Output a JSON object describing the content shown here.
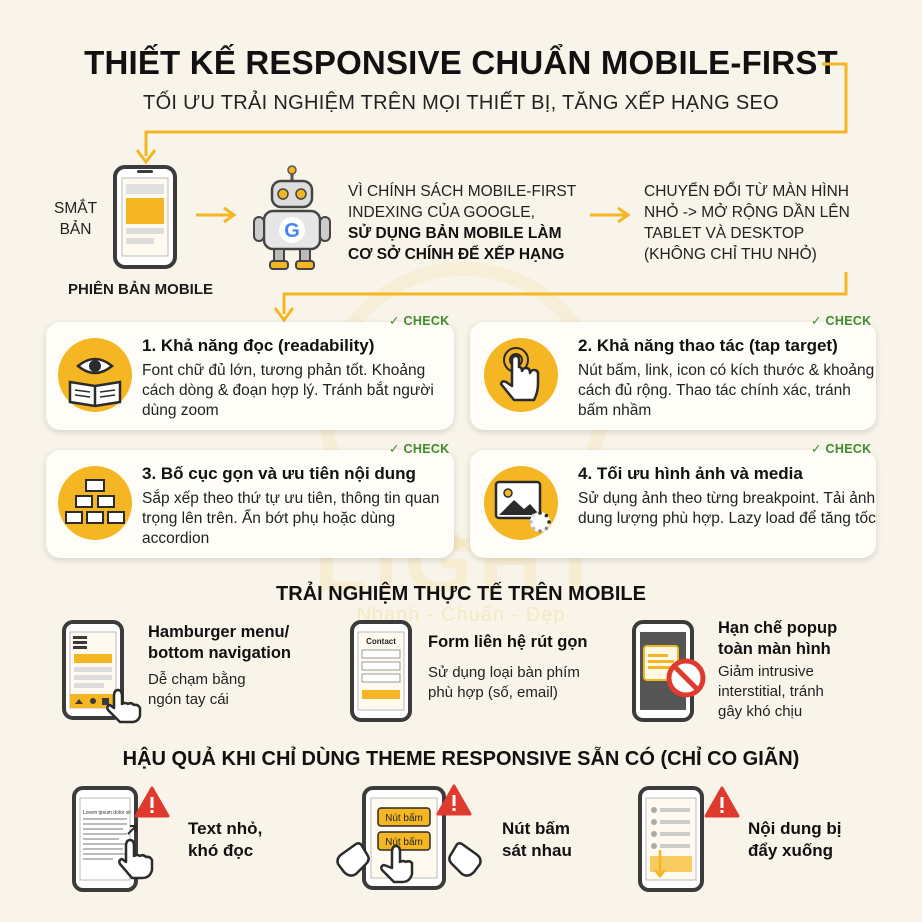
{
  "header": {
    "title": "THIẾT KẾ RESPONSIVE CHUẨN MOBILE-FIRST",
    "subtitle": "TỐI ƯU TRẢI NGHIỆM TRÊN MỌI THIẾT BỊ, TĂNG XẾP HẠNG SEO"
  },
  "flow": {
    "phone_label_line1": "SMẮT",
    "phone_label_line2": "BẢN",
    "mobile_version": "PHIÊN BẢN MOBILE",
    "indexing_line1": "VÌ CHÍNH SÁCH MOBILE-FIRST",
    "indexing_line2": "INDEXING CỦA GOOGLE,",
    "indexing_bold1": "SỬ DỤNG BẢN MOBILE LÀM",
    "indexing_bold2": "CƠ SỞ CHÍNH ĐỂ XẾP HẠNG",
    "convert_line1": "CHUYỂN ĐỔI TỪ MÀN HÌNH",
    "convert_line2": "NHỎ -> MỞ RỘNG DẦN LÊN",
    "convert_line3": "TABLET VÀ DESKTOP",
    "convert_line4": "(KHÔNG CHỈ THU NHỎ)",
    "google_letter": "G"
  },
  "cards": [
    {
      "check": "✓ CHECK",
      "title": "1. Khả năng đọc (readability)",
      "desc": "Font chữ đủ lớn, tương phản tốt. Khoảng cách dòng & đoạn hợp lý. Tránh bắt người dùng zoom"
    },
    {
      "check": "✓ CHECK",
      "title": "2. Khả năng thao tác (tap target)",
      "desc": "Nút bấm, link, icon có kích thước & khoảng cách đủ rộng. Thao tác chính xác, tránh bấm nhầm"
    },
    {
      "check": "✓ CHECK",
      "title": "3. Bố cục gọn và ưu tiên nội dung",
      "desc": "Sắp xếp theo thứ tự ưu tiên, thông tin quan trọng lên trên. Ẩn bớt phụ hoặc dùng accordion"
    },
    {
      "check": "✓ CHECK",
      "title": "4. Tối ưu hình ảnh và media",
      "desc": "Sử dụng ảnh theo từng breakpoint. Tải ảnh dung lượng phù hợp. Lazy load để tăng tốc"
    }
  ],
  "experience": {
    "title": "TRẢI NGHIỆM THỰC TẾ TRÊN MOBILE",
    "items": [
      {
        "title_line1": "Hamburger menu/",
        "title_line2": "bottom navigation",
        "desc_line1": "Dễ chạm bằng",
        "desc_line2": "ngón tay cái"
      },
      {
        "title_line1": "Form liên hệ rút gọn",
        "form_label": "Contact",
        "desc_line1": "Sử dụng loại bàn phím",
        "desc_line2": "phù hợp (số, email)"
      },
      {
        "title_line1": "Hạn chế popup",
        "title_line2": "toàn màn hình",
        "desc_line1": "Giảm intrusive",
        "desc_line2": "interstitial, tránh",
        "desc_line3": "gây khó chịu"
      }
    ]
  },
  "consequences": {
    "title": "HẬU QUẢ KHI CHỈ DÙNG THEME RESPONSIVE SẴN CÓ (CHỈ CO GIÃN)",
    "items": [
      {
        "label_line1": "Text nhỏ,",
        "label_line2": "khó đọc",
        "lorem": "Lorem ipsum dolor sit"
      },
      {
        "label_line1": "Nút bấm",
        "label_line2": "sát nhau",
        "button1": "Nút bấm",
        "button2": "Nút bấm"
      },
      {
        "label_line1": "Nội dung bị",
        "label_line2": "đẩy xuống"
      }
    ]
  },
  "watermark": {
    "brand": "LIGHT",
    "tagline": "Nhanh - Chuẩn - Đẹp"
  },
  "colors": {
    "accent": "#f5b623",
    "check": "#3f8b2e",
    "warning": "#e03a2f",
    "phone": "#3b3b3b"
  }
}
